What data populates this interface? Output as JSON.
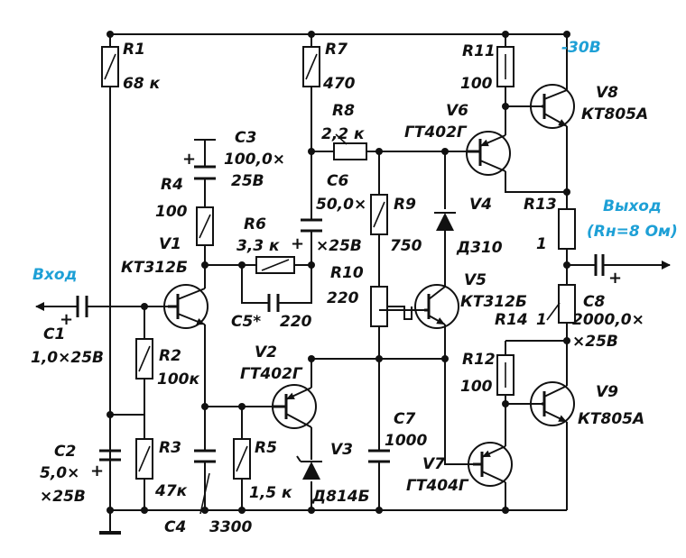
{
  "supply": "-30В",
  "input_label": "Вход",
  "output_label": "Выход",
  "output_load": "(Rн=8 Ом)",
  "colors": {
    "accent": "#1ea0d6",
    "ink": "#111111"
  },
  "components": {
    "R1": {
      "name": "R1",
      "value": "68 к"
    },
    "R2": {
      "name": "R2",
      "value": "100к"
    },
    "R3": {
      "name": "R3",
      "value": "47к"
    },
    "R4": {
      "name": "R4",
      "value": "100"
    },
    "R5": {
      "name": "R5",
      "value": "1,5 к"
    },
    "R6": {
      "name": "R6",
      "value": "3,3 к"
    },
    "R7": {
      "name": "R7",
      "value": "470"
    },
    "R8": {
      "name": "R8",
      "value": "2,2 к"
    },
    "R9": {
      "name": "R9",
      "value": "750"
    },
    "R10": {
      "name": "R10",
      "value": "220"
    },
    "R11": {
      "name": "R11",
      "value": "100"
    },
    "R12": {
      "name": "R12",
      "value": "100"
    },
    "R13": {
      "name": "R13",
      "value": "1"
    },
    "R14": {
      "name": "R14",
      "value": "1"
    },
    "C1": {
      "name": "C1",
      "value": "1,0×25В"
    },
    "C2": {
      "name": "C2",
      "value1": "5,0×",
      "value2": "×25В"
    },
    "C3": {
      "name": "C3",
      "value1": "100,0×",
      "value2": "25В"
    },
    "C4": {
      "name": "C4",
      "value": "3300"
    },
    "C5": {
      "name": "C5*",
      "value": "220"
    },
    "C6": {
      "name": "C6",
      "value1": "50,0×",
      "value2": "×25В"
    },
    "C7": {
      "name": "C7",
      "value": "1000"
    },
    "C8": {
      "name": "C8",
      "value1": "2000,0×",
      "value2": "×25В"
    },
    "V1": {
      "name": "V1",
      "type": "КТ312Б"
    },
    "V2": {
      "name": "V2",
      "type": "ГТ402Г"
    },
    "V3": {
      "name": "V3",
      "type": "Д814Б"
    },
    "V4": {
      "name": "V4",
      "type": "Д310"
    },
    "V5": {
      "name": "V5",
      "type": "КТ312Б"
    },
    "V6": {
      "name": "V6",
      "type": "ГТ402Г"
    },
    "V7": {
      "name": "V7",
      "type": "ГТ404Г"
    },
    "V8": {
      "name": "V8",
      "type": "КТ805А"
    },
    "V9": {
      "name": "V9",
      "type": "КТ805А"
    }
  }
}
